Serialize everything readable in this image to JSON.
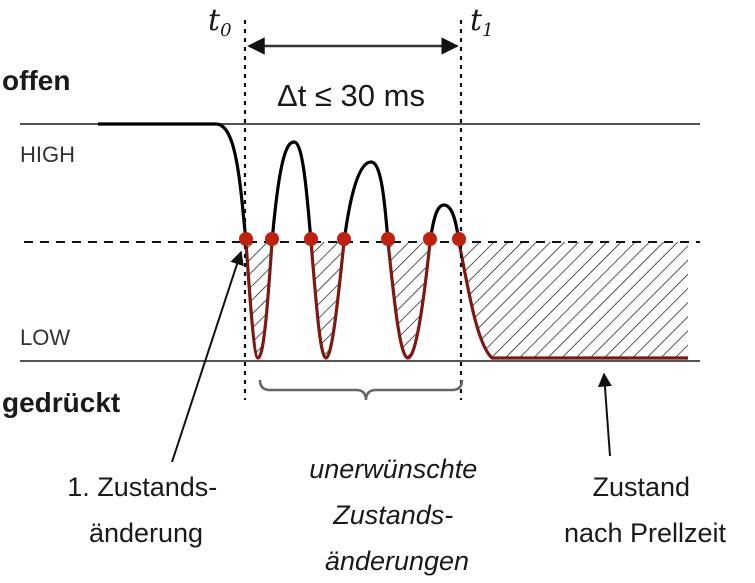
{
  "labels": {
    "open": "offen",
    "pressed": "gedrückt",
    "high": "HIGH",
    "low": "LOW",
    "t0_main": "t",
    "t0_sub": "0",
    "t1_main": "t",
    "t1_sub": "1",
    "duration": "Δt ≤ 30 ms"
  },
  "annotations": {
    "first_change": [
      "1. Zustands-",
      "änderung"
    ],
    "unwanted_changes": [
      "unerwünschte",
      "Zustands-",
      "änderungen"
    ],
    "final_state": [
      "Zustand",
      "nach Prellzeit"
    ]
  },
  "colors": {
    "signal_high": "#000000",
    "signal_low": "#7a1a10",
    "crossing_dot": "#c0200e",
    "level_line": "#555555"
  },
  "crossing_count": 7
}
